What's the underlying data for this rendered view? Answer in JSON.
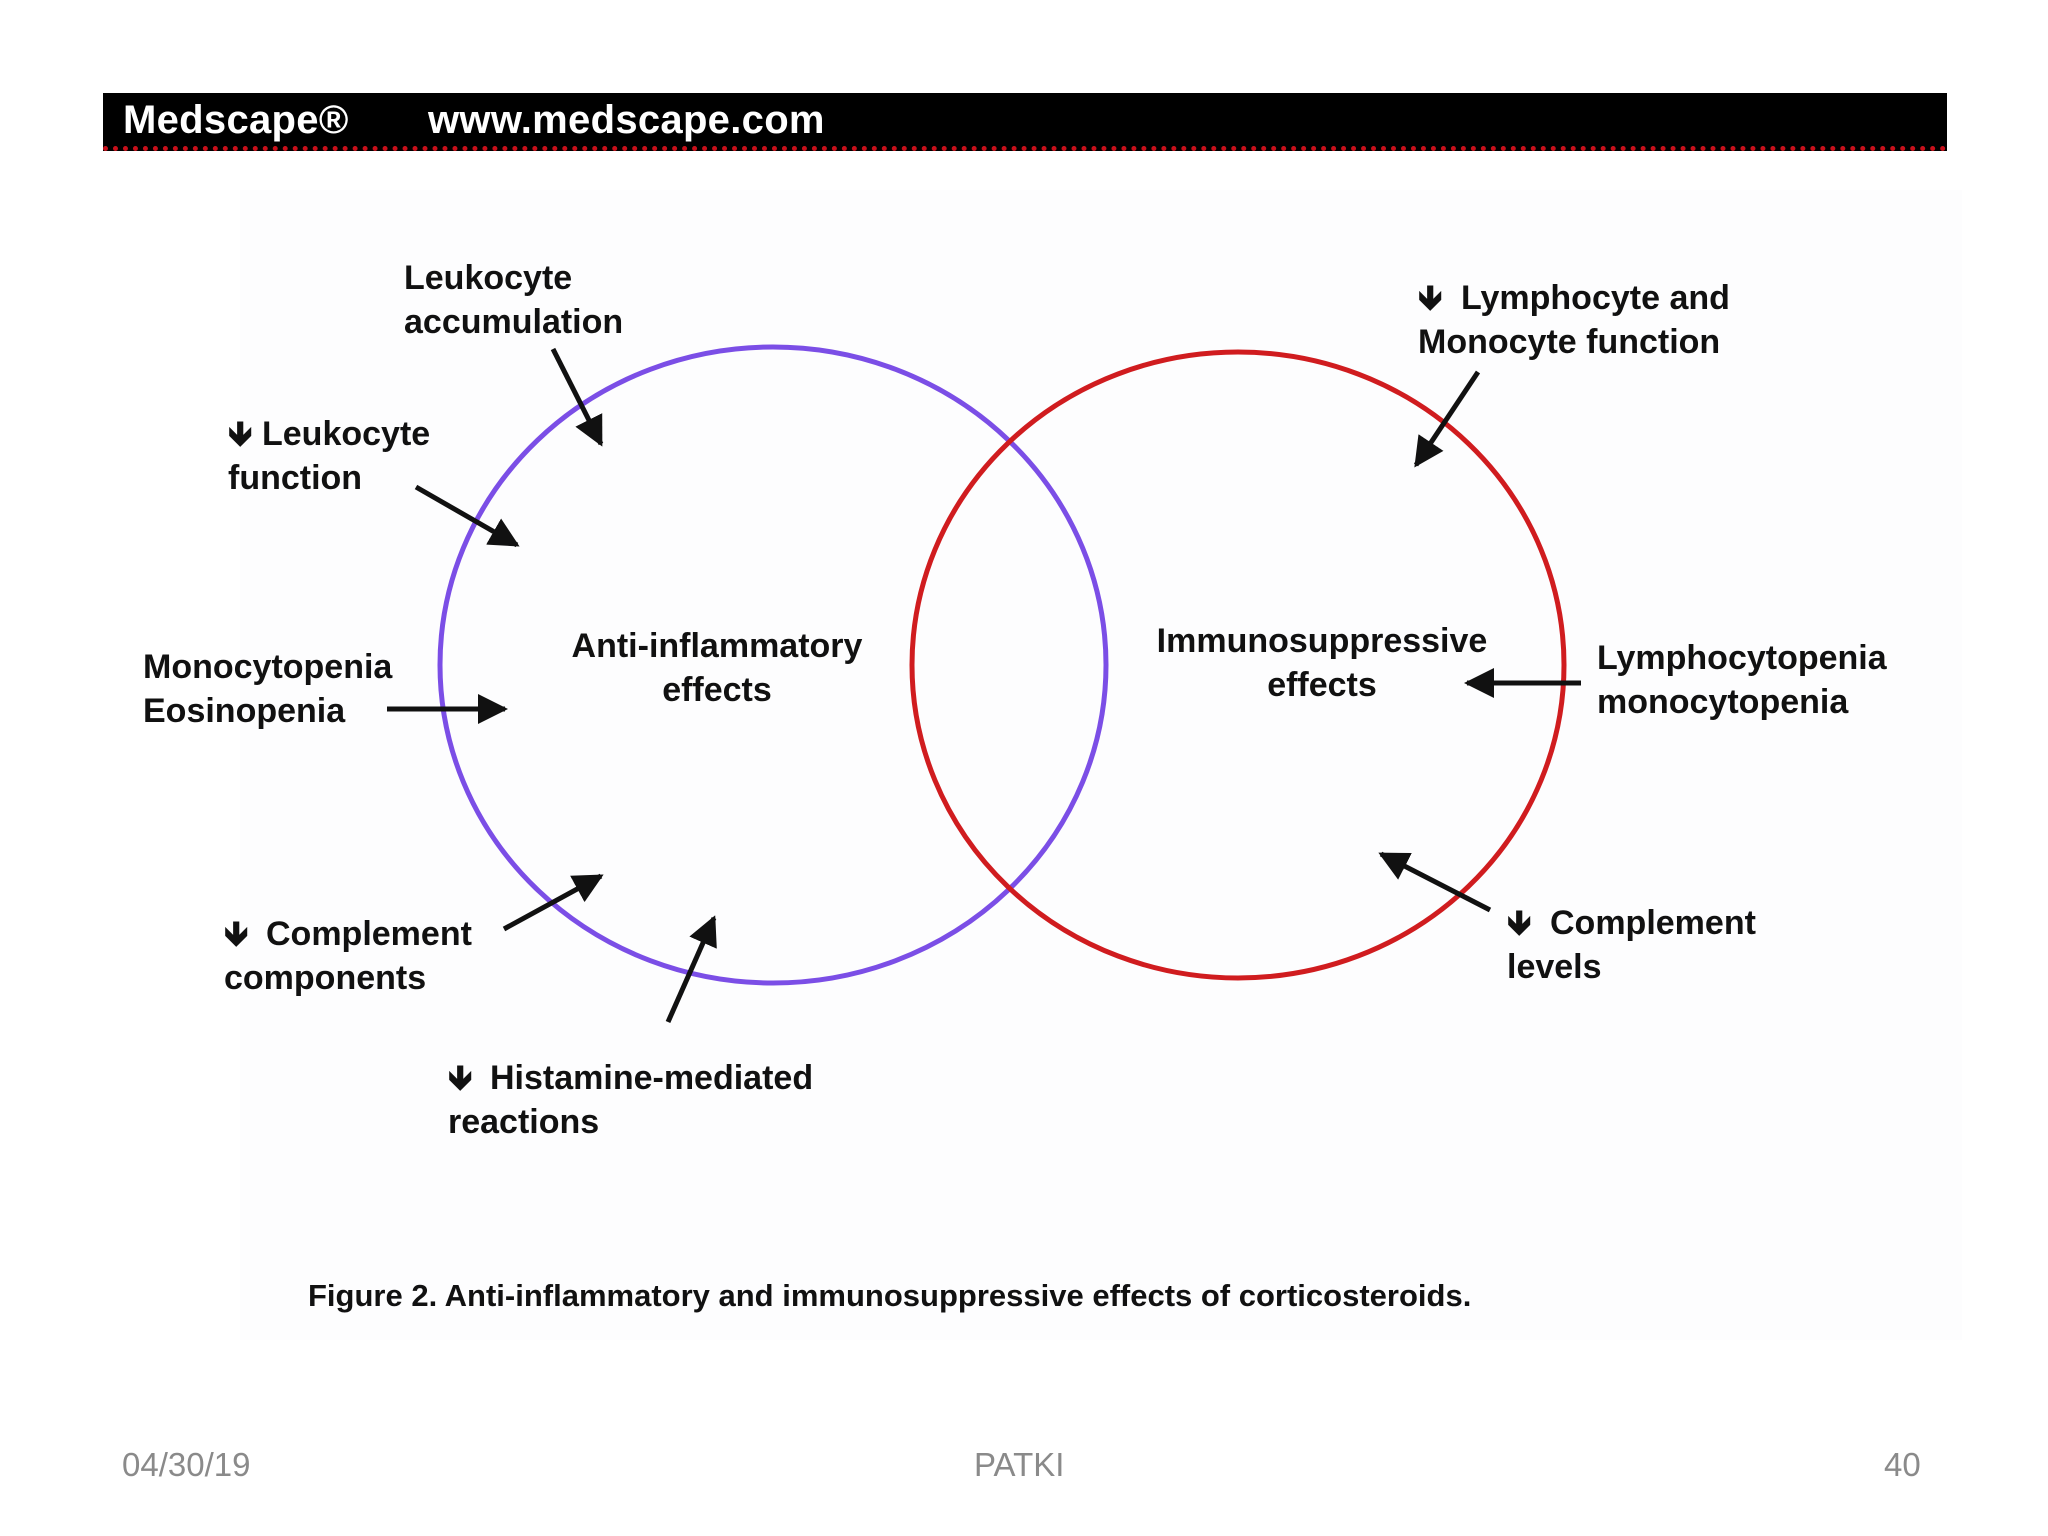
{
  "header": {
    "brand": "Medscape®",
    "url": "www.medscape.com"
  },
  "diagram": {
    "circles": [
      {
        "id": "anti-inflammatory",
        "color": "#7b4ee6",
        "label": [
          "Anti-inflammatory",
          "effects"
        ]
      },
      {
        "id": "immunosuppressive",
        "color": "#d01c1f",
        "label": [
          "Immunosuppressive",
          "effects"
        ]
      }
    ],
    "effects": {
      "leukocyte_accumulation": [
        "Leukocyte",
        "accumulation"
      ],
      "leukocyte_function": [
        "Leukocyte",
        "function"
      ],
      "monocytopenia_eosinopenia": [
        "Monocytopenia",
        "Eosinopenia"
      ],
      "complement_components": [
        "Complement",
        "components"
      ],
      "histamine_reactions": [
        "Histamine-mediated",
        "reactions"
      ],
      "lymphocyte_monocyte_function": [
        "Lymphocyte and",
        "Monocyte function"
      ],
      "lymphocytopenia": [
        "Lymphocytopenia",
        "monocytopenia"
      ],
      "complement_levels": [
        "Complement",
        "levels"
      ]
    },
    "decrease_symbol": "down-arrow-icon"
  },
  "caption": "Figure 2. Anti-inflammatory and immunosuppressive effects of corticosteroids.",
  "footer": {
    "date": "04/30/19",
    "author": "PATKI",
    "page": "40"
  }
}
